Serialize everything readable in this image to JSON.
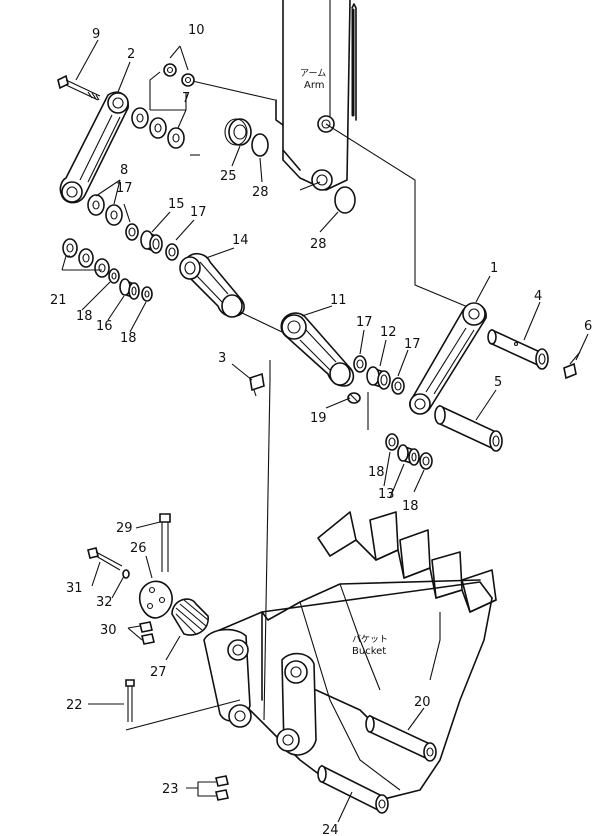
{
  "labels": {
    "arm_jp": "アーム",
    "arm_en": "Arm",
    "bucket_jp": "バケット",
    "bucket_en": "Bucket"
  },
  "callouts": [
    "1",
    "2",
    "3",
    "4",
    "5",
    "6",
    "7",
    "8",
    "9",
    "10",
    "11",
    "12",
    "13",
    "14",
    "15",
    "16",
    "17",
    "18",
    "19",
    "20",
    "21",
    "22",
    "23",
    "24",
    "25",
    "26",
    "27",
    "28",
    "29",
    "30",
    "31",
    "32"
  ]
}
